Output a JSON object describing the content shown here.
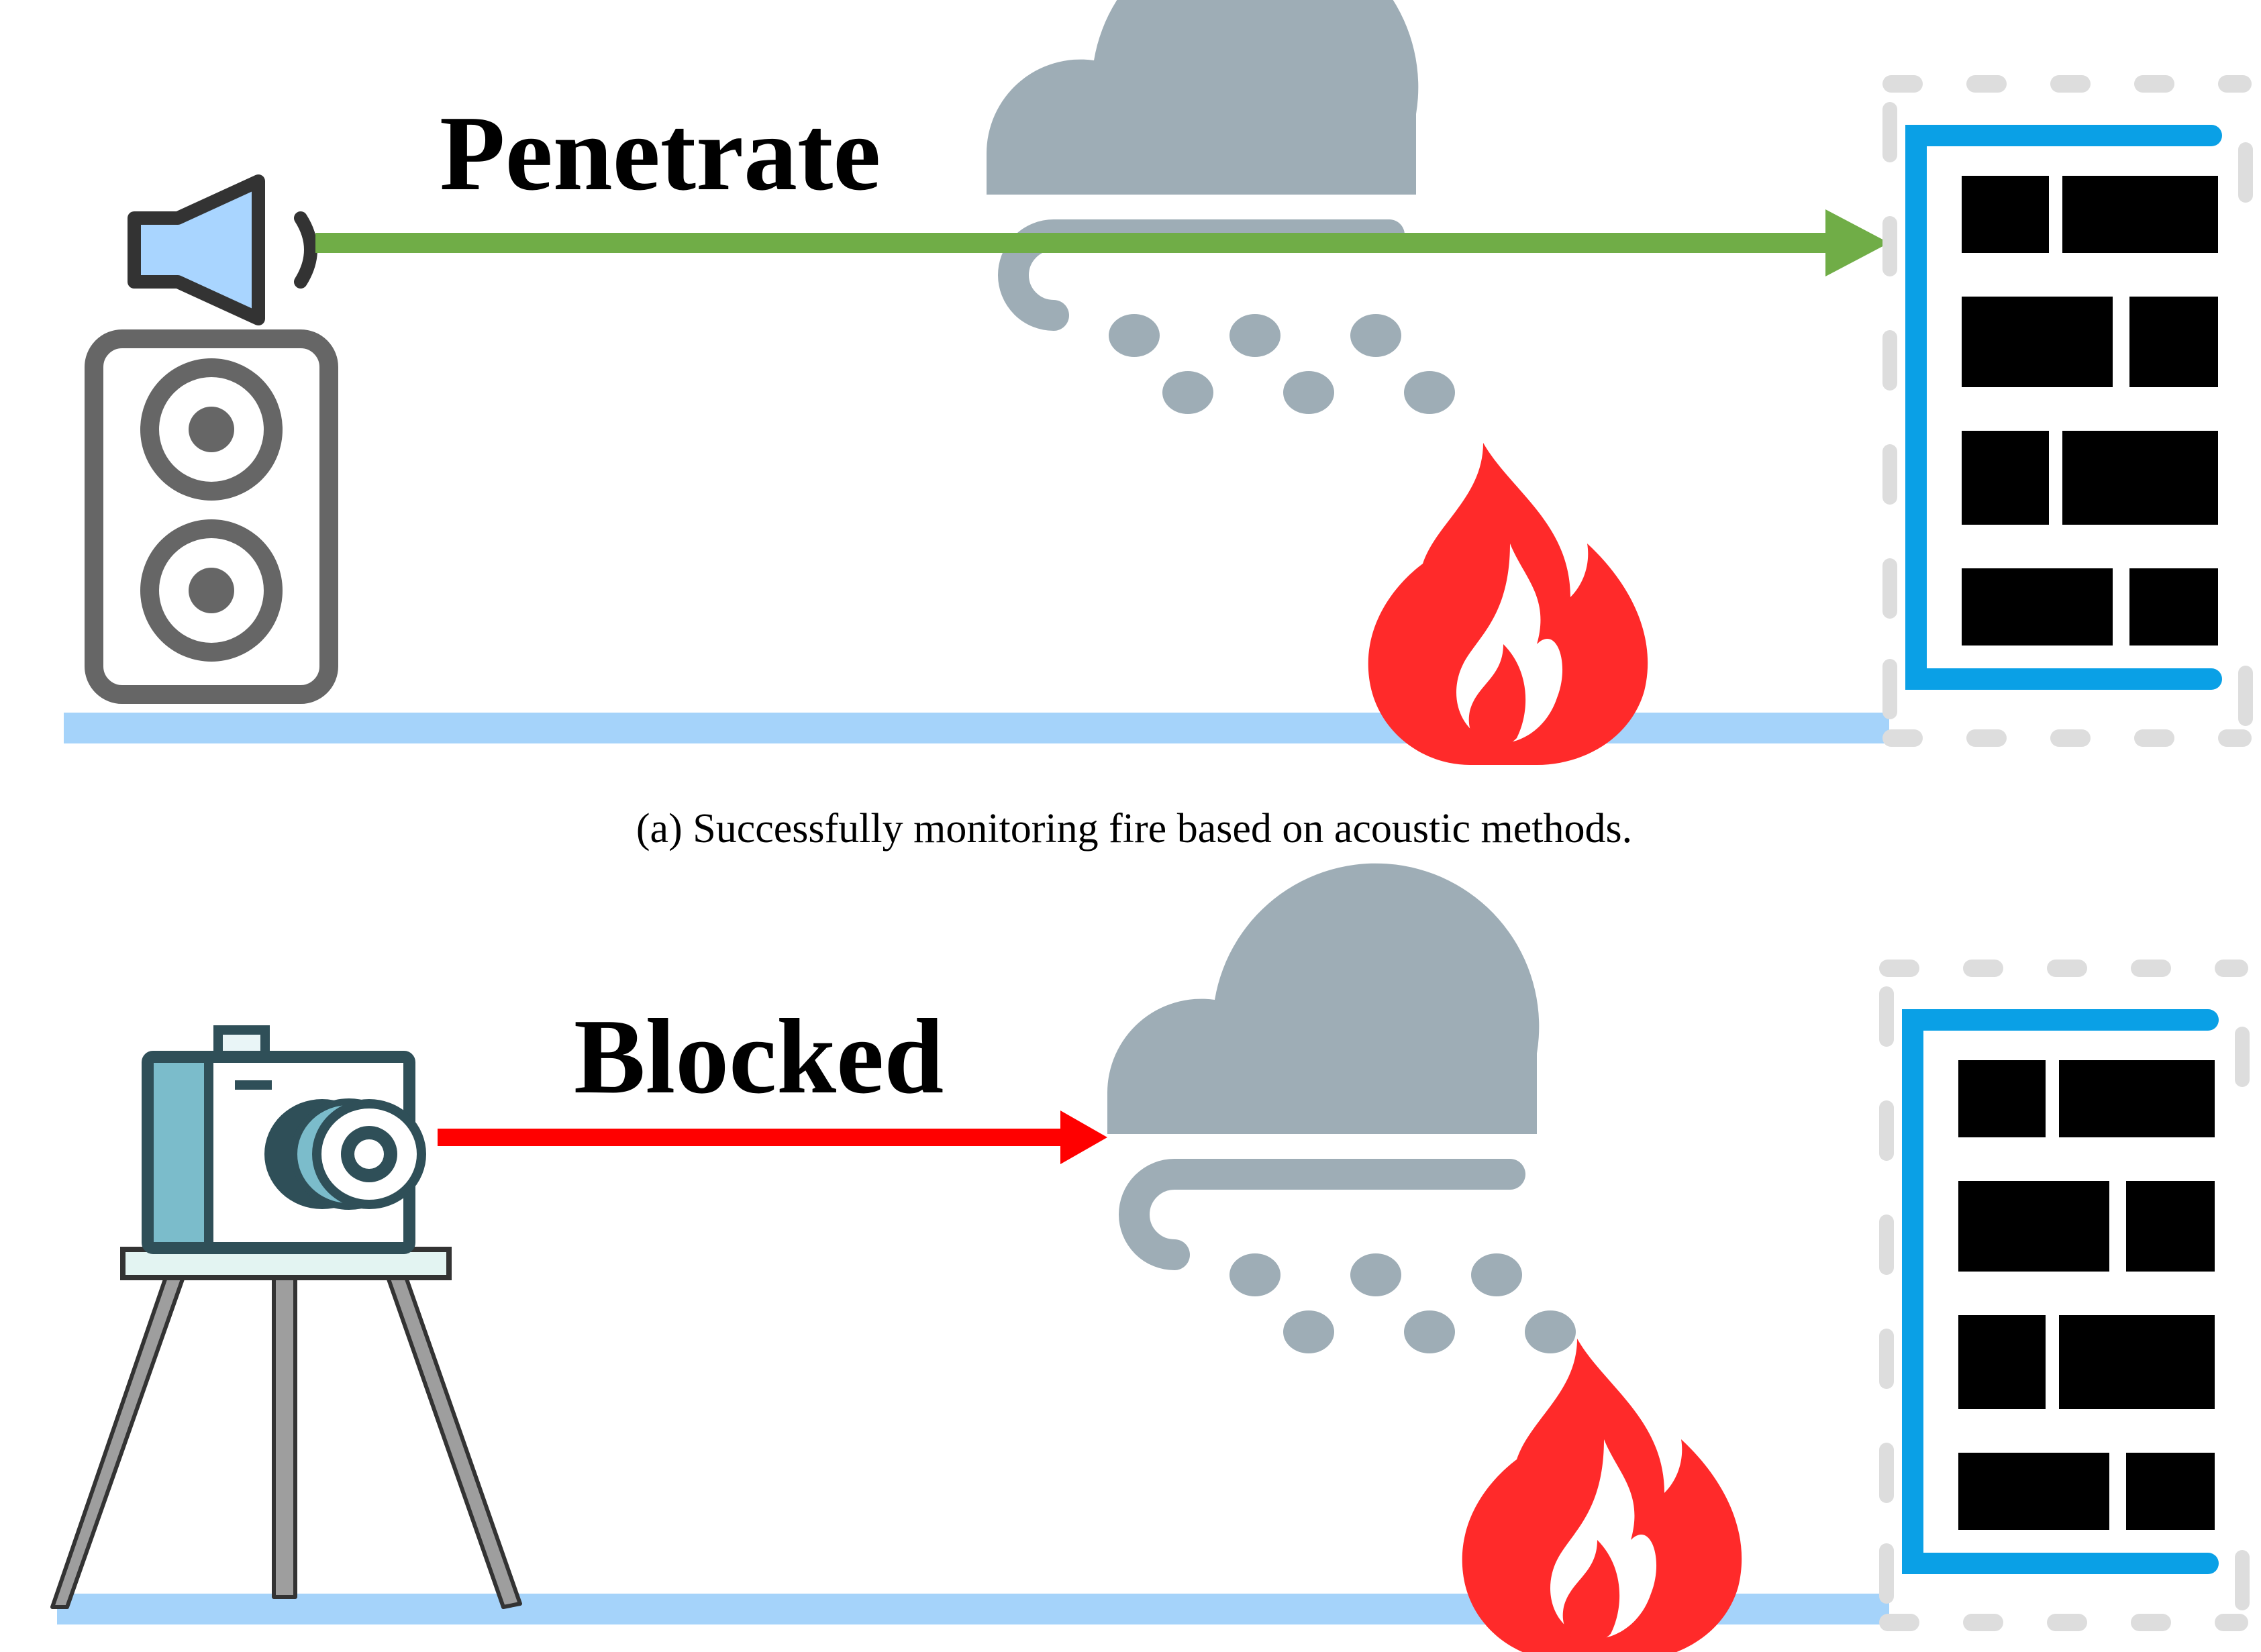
{
  "panel_a": {
    "arrow_label": "Penetrate",
    "caption": "(a)  Successfully monitoring fire based on acoustic methods.",
    "arrow_color": "#70AD47",
    "sensor_icon": "speaker-icon",
    "outcome": "signal passes through smoke cloud and reaches building"
  },
  "panel_b": {
    "arrow_label": "Blocked",
    "arrow_color": "#FF0000",
    "sensor_icon": "camera-on-tripod-icon",
    "outcome": "signal stopped at smoke cloud"
  },
  "colors": {
    "ground": "#A5D3FA",
    "cloud": "#9EADB6",
    "fire": "#FF2A2A",
    "building_frame": "#0AA0E6",
    "building_windows": "#000000",
    "speaker": "#666666",
    "camera_body": "#2F4F58",
    "camera_accent": "#7BBCCB"
  },
  "icons": [
    "speaker-icon",
    "loudspeaker-icon",
    "cloud-icon",
    "fire-icon",
    "building-icon",
    "camera-icon",
    "tripod-icon"
  ]
}
